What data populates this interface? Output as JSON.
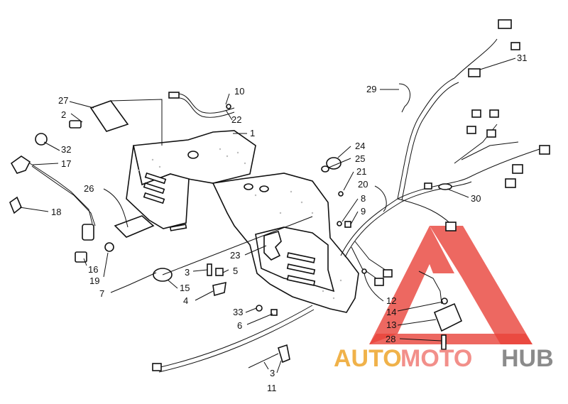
{
  "callouts": [
    {
      "id": "c1",
      "text": "1"
    },
    {
      "id": "c2",
      "text": "2"
    },
    {
      "id": "c3a",
      "text": "3"
    },
    {
      "id": "c3b",
      "text": "3"
    },
    {
      "id": "c4",
      "text": "4"
    },
    {
      "id": "c5",
      "text": "5"
    },
    {
      "id": "c6",
      "text": "6"
    },
    {
      "id": "c7",
      "text": "7"
    },
    {
      "id": "c8",
      "text": "8"
    },
    {
      "id": "c9",
      "text": "9"
    },
    {
      "id": "c10",
      "text": "10"
    },
    {
      "id": "c11",
      "text": "11"
    },
    {
      "id": "c12",
      "text": "12"
    },
    {
      "id": "c13",
      "text": "13"
    },
    {
      "id": "c14",
      "text": "14"
    },
    {
      "id": "c15",
      "text": "15"
    },
    {
      "id": "c16",
      "text": "16"
    },
    {
      "id": "c17",
      "text": "17"
    },
    {
      "id": "c18",
      "text": "18"
    },
    {
      "id": "c19",
      "text": "19"
    },
    {
      "id": "c20",
      "text": "20"
    },
    {
      "id": "c21",
      "text": "21"
    },
    {
      "id": "c22",
      "text": "22"
    },
    {
      "id": "c23",
      "text": "23"
    },
    {
      "id": "c24",
      "text": "24"
    },
    {
      "id": "c25",
      "text": "25"
    },
    {
      "id": "c26",
      "text": "26"
    },
    {
      "id": "c27",
      "text": "27"
    },
    {
      "id": "c28",
      "text": "28"
    },
    {
      "id": "c29",
      "text": "29"
    },
    {
      "id": "c30",
      "text": "30"
    },
    {
      "id": "c31",
      "text": "31"
    },
    {
      "id": "c32",
      "text": "32"
    },
    {
      "id": "c33",
      "text": "33"
    }
  ],
  "watermark": {
    "part1": "AUTO",
    "part2": "MOTO",
    "part3": "HUB",
    "colors": {
      "auto": "#f0b24a",
      "moto": "#f28f8a",
      "hub": "#8b8b8b",
      "logo": "#e8423a"
    }
  }
}
